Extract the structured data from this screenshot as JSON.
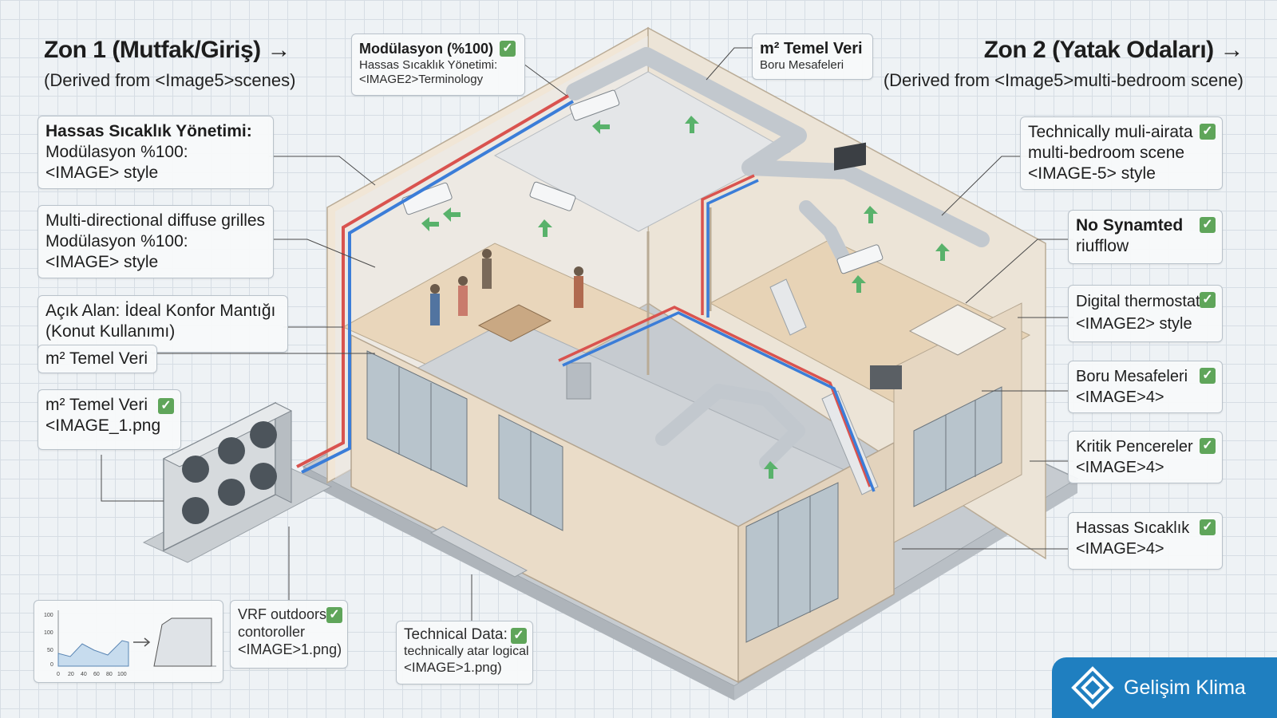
{
  "zones": {
    "left": {
      "title": "Zon 1 (Mutfak/Giriş) →",
      "subtitle": "(Derived from <Image5>scenes)"
    },
    "right": {
      "title": "Zon 2 (Yatak Odaları) →",
      "subtitle": "(Derived from <Image5>multi-bedroom scene)"
    }
  },
  "callouts": {
    "hassas_sicaklik_yonetimi": {
      "title": "Hassas Sıcaklık Yönetimi:",
      "line1": "Modülasyon %100:",
      "line2": "<IMAGE> style"
    },
    "multi_directional": {
      "line0": "Multi-directional diffuse grilles",
      "line1": "Modülasyon %100:",
      "line2": "<IMAGE> style"
    },
    "acik_alan": {
      "line0": "Açık Alan: İdeal Konfor Mantığı",
      "line1": "(Konut Kullanımı)",
      "line2": "m² Temel Veri"
    },
    "m2_temel_veri_left": {
      "line0": "m² Temel Veri",
      "line1": "<IMAGE_1.png"
    },
    "vrf_outdoor": {
      "line0": "VRF outdoors",
      "line1": "contoroller",
      "line2": "<IMAGE>1.png)"
    },
    "technical_data": {
      "line0": "Technical Data:",
      "line1": "technically atar logical",
      "line2": "<IMAGE>1.png)"
    },
    "modulasyon_top": {
      "title": "Modülasyon (%100)",
      "line1": "Hassas Sıcaklık Yönetimi:",
      "line2": "<IMAGE2>Terminology"
    },
    "m2_temel_veri_top": {
      "title": "m² Temel Veri",
      "line1": "Boru Mesafeleri"
    },
    "technically_muli": {
      "line0": "Technically muli-airata",
      "line1": "multi-bedroom scene",
      "line2": "<IMAGE-5> style"
    },
    "no_synamted": {
      "title": "No Synamted",
      "line1": "riufflow"
    },
    "digital_thermostat": {
      "line0": "Digital thermostat",
      "line1": "<IMAGE2> style"
    },
    "boru_mesafeleri": {
      "line0": "Boru Mesafeleri",
      "line1": "<IMAGE>4>"
    },
    "kritik_pencereler": {
      "line0": "Kritik Pencereler",
      "line1": "<IMAGE>4>"
    },
    "hassas_sicaklik": {
      "line0": "Hassas Sıcaklık",
      "line1": "<IMAGE>4>"
    }
  },
  "mini_chart": {
    "left_yticks": [
      "100",
      "100",
      "50",
      "0"
    ],
    "left_xticks": [
      "0",
      "20",
      "40",
      "60",
      "80",
      "100"
    ]
  },
  "brand": {
    "name": "Gelişim Klima"
  },
  "colors": {
    "check": "#5fa55a",
    "supply_pipe": "#d9534f",
    "return_pipe": "#3b7dd8",
    "brand": "#1f7fc0"
  },
  "icons": {
    "check": "check-icon",
    "arrow": "arrow-right-icon",
    "logo": "diamond-logo-icon"
  }
}
